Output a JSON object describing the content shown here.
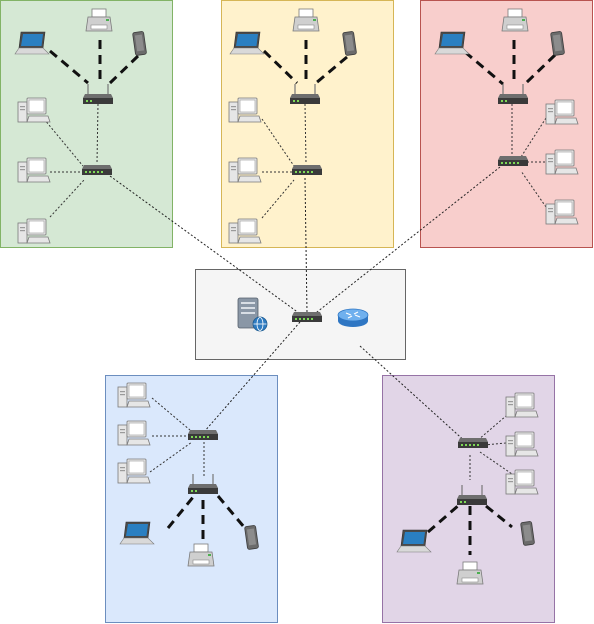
{
  "diagram": {
    "kind": "network-topology",
    "colors": {
      "green_zone_fill": "#d5e8d4",
      "green_zone_stroke": "#82b366",
      "yellow_zone_fill": "#fff2cc",
      "yellow_zone_stroke": "#d6b656",
      "red_zone_fill": "#f8cecc",
      "red_zone_stroke": "#b85450",
      "blue_zone_fill": "#dae8fc",
      "blue_zone_stroke": "#6c8ebf",
      "purple_zone_fill": "#e1d5e7",
      "purple_zone_stroke": "#9673a6",
      "core_zone_fill": "#f5f5f5",
      "core_zone_stroke": "#666666",
      "router_blue": "#4a90d9",
      "server_grey": "#7f8c9a"
    },
    "zones": [
      {
        "id": "green",
        "switch": "switch-icon",
        "access_point": "wireless-access-point-icon",
        "desktops": 3,
        "wireless": [
          "laptop-icon",
          "printer-icon",
          "tablet-icon"
        ]
      },
      {
        "id": "yellow",
        "switch": "switch-icon",
        "access_point": "wireless-access-point-icon",
        "desktops": 3,
        "wireless": [
          "laptop-icon",
          "printer-icon",
          "tablet-icon"
        ]
      },
      {
        "id": "red",
        "switch": "switch-icon",
        "access_point": "wireless-access-point-icon",
        "desktops": 3,
        "wireless": [
          "laptop-icon",
          "printer-icon",
          "tablet-icon"
        ]
      },
      {
        "id": "blue",
        "switch": "switch-icon",
        "access_point": "wireless-access-point-icon",
        "desktops": 3,
        "wireless": [
          "laptop-icon",
          "printer-icon",
          "tablet-icon"
        ]
      },
      {
        "id": "purple",
        "switch": "switch-icon",
        "access_point": "wireless-access-point-icon",
        "desktops": 3,
        "wireless": [
          "laptop-icon",
          "printer-icon",
          "tablet-icon"
        ]
      }
    ],
    "core": {
      "devices": [
        "server-icon",
        "core-switch-icon",
        "router-icon"
      ]
    }
  }
}
